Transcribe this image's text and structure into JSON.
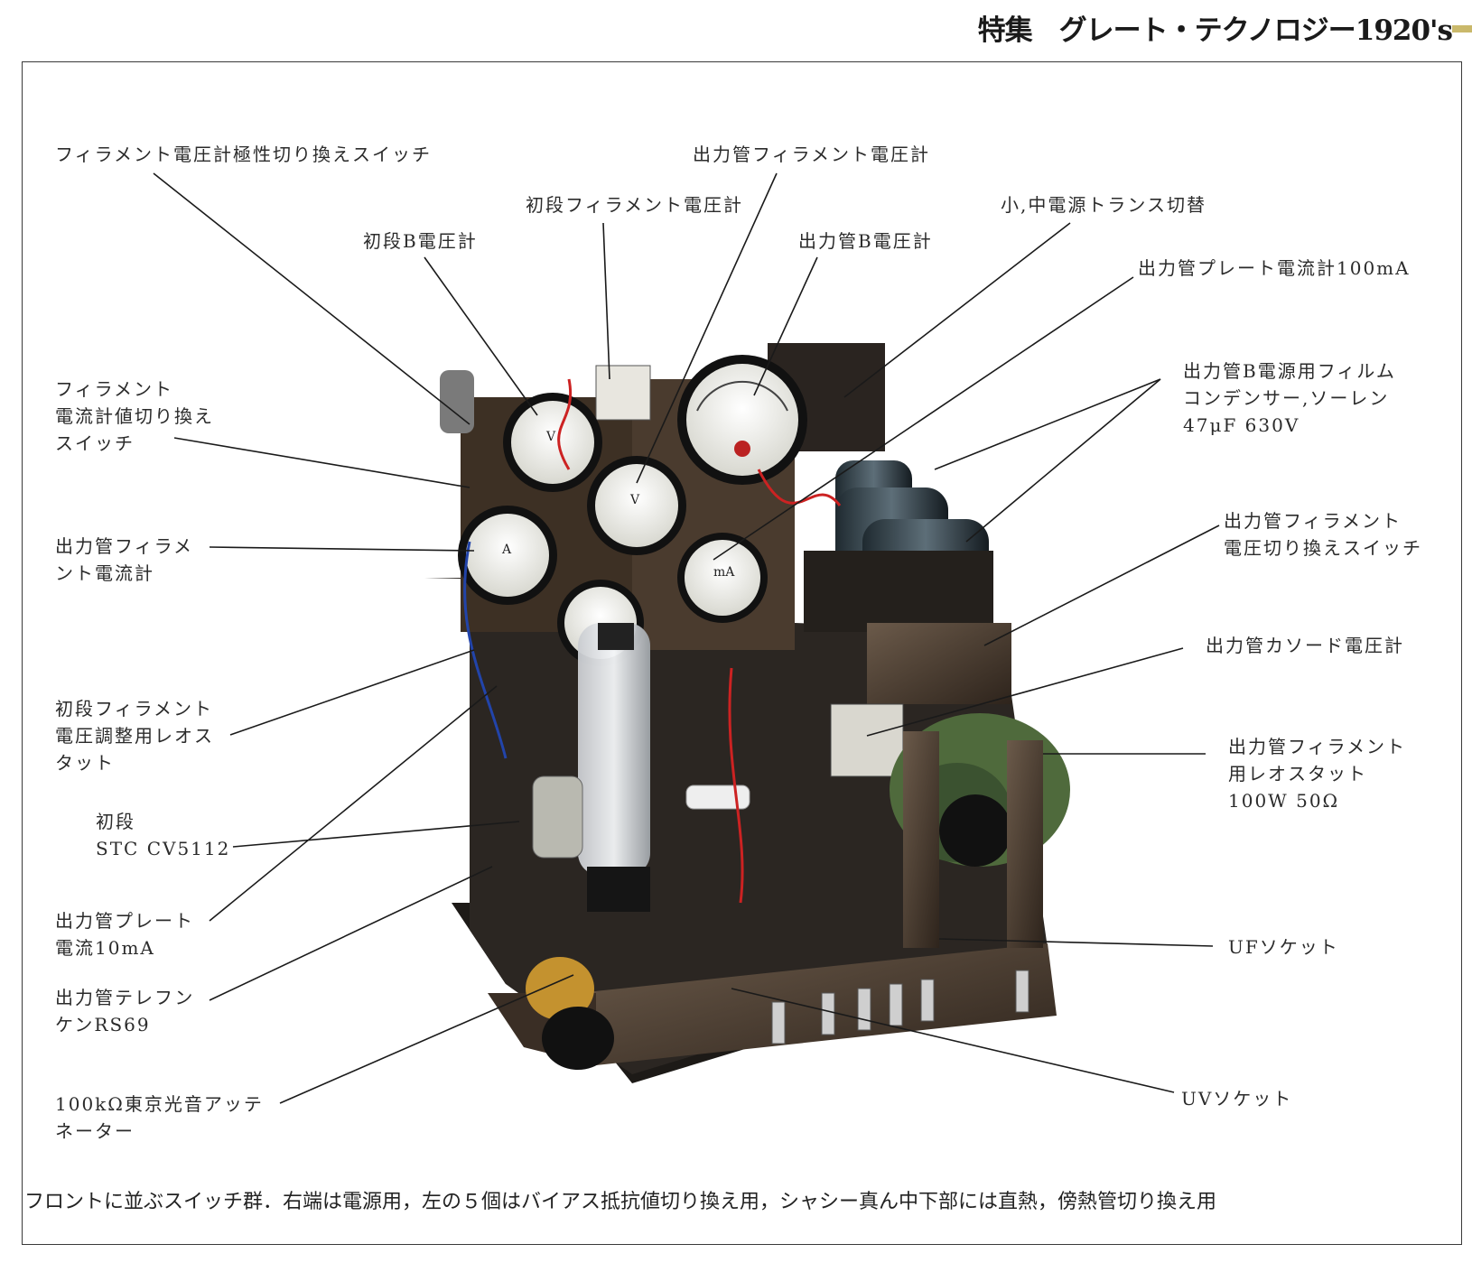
{
  "header": {
    "title": "特集　グレート・テクノロジー1920's"
  },
  "labels": {
    "fil_polarity_switch": "フィラメント電圧計極性切り換えスイッチ",
    "output_fil_voltmeter": "出力管フィラメント電圧計",
    "first_fil_voltmeter": "初段フィラメント電圧計",
    "transformer_switch": "小,中電源トランス切替",
    "first_b_voltmeter": "初段B電圧計",
    "output_b_voltmeter": "出力管B電圧計",
    "plate_ammeter_100": "出力管プレート電流計100mA",
    "fil_ammeter_switch": [
      "フィラメント",
      "電流計値切り換え",
      "スイッチ"
    ],
    "film_capacitor": [
      "出力管B電源用フィルム",
      "コンデンサー,ソーレン",
      "47μF 630V"
    ],
    "output_fil_ammeter": [
      "出力管フィラメ",
      "ント電流計"
    ],
    "output_fil_voltage_switch": [
      "出力管フィラメント",
      "電圧切り換えスイッチ"
    ],
    "cathode_voltmeter": "出力管カソード電圧計",
    "first_rheostat": [
      "初段フィラメント",
      "電圧調整用レオス",
      "タット"
    ],
    "output_rheostat": [
      "出力管フィラメント",
      "用レオスタット",
      "100W 50Ω"
    ],
    "first_stage": [
      "初段",
      "STC CV5112"
    ],
    "plate_current_10": [
      "出力管プレート",
      "電流10mA"
    ],
    "uf_socket": "UFソケット",
    "output_tube": [
      "出力管テレフン",
      "ケンRS69"
    ],
    "attenuator": [
      "100kΩ東京光音アッテ",
      "ネーター"
    ],
    "uv_socket": "UVソケット"
  },
  "caption": "フロントに並ぶスイッチ群．右端は電源用，左の５個はバイアス抵抗値切り換え用，シャシー真ん中下部には直熱，傍熱管切り換え用"
}
